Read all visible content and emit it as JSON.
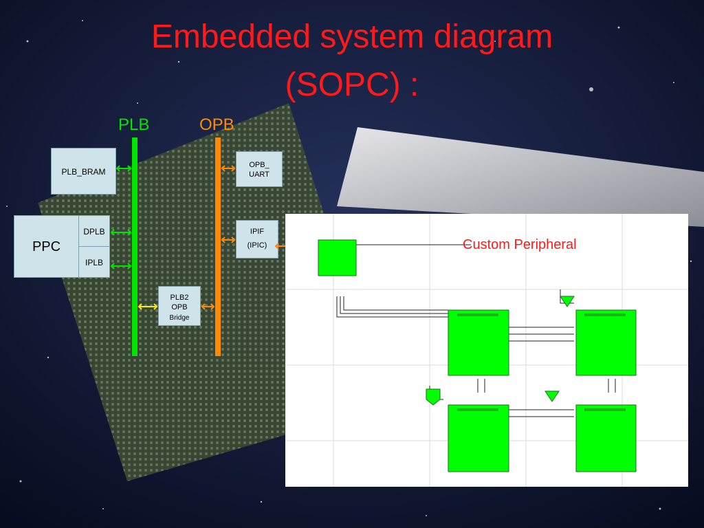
{
  "slide": {
    "title_line1": "Embedded system diagram",
    "title_line2": "(SOPC) :"
  },
  "buses": {
    "plb_label": "PLB",
    "opb_label": "OPB",
    "plb_color": "#00e600",
    "opb_color": "#ff8c00"
  },
  "blocks": {
    "plb_bram": "PLB_BRAM",
    "opb_uart_line1": "OPB_",
    "opb_uart_line2": "UART",
    "ppc": "PPC",
    "dplb": "DPLB",
    "iplb": "IPLB",
    "ipif_line1": "IPIF",
    "ipif_line2": "(IPIC)",
    "bridge_line1": "PLB2",
    "bridge_line2": "OPB",
    "bridge_line3": "Bridge"
  },
  "schematic": {
    "label": "Custom Peripheral",
    "label_color": "#ff1a1a",
    "block_color": "#00ff00"
  }
}
